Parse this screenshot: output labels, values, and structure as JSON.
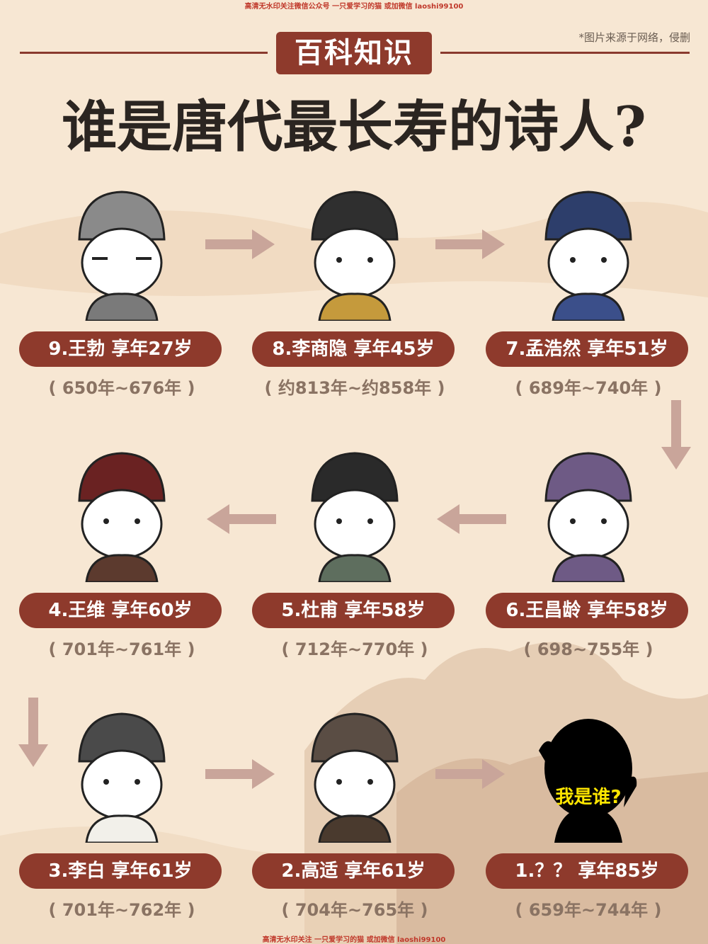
{
  "watermark_top": "高清无水印关注微信公众号 一只爱学习的猫 或加微信 laoshi99100",
  "watermark_bottom": "高清无水印关注 一只爱学习的猫 或加微信 laoshi99100",
  "badge": "百科知识",
  "source_note": "*图片来源于网络，侵删",
  "title": "谁是唐代最长寿的诗人?",
  "colors": {
    "background": "#f7e7d3",
    "accent": "#8e3a2c",
    "arrow": "#c9a59a",
    "mystery_text": "#ffe600"
  },
  "poets": [
    {
      "label": "9.王勃 享年27岁",
      "years": "( 650年~676年 )",
      "hat_color": "#8a8a8a",
      "robe_color": "#7a7a7a"
    },
    {
      "label": "8.李商隐 享年45岁",
      "years": "( 约813年~约858年 )",
      "hat_color": "#2f2f2f",
      "robe_color": "#c59a3c"
    },
    {
      "label": "7.孟浩然 享年51岁",
      "years": "( 689年~740年 )",
      "hat_color": "#2d3e6b",
      "robe_color": "#3b4f8a"
    },
    {
      "label": "6.王昌龄 享年58岁",
      "years": "( 698~755年 )",
      "hat_color": "#6e5a85",
      "robe_color": "#6e5a85"
    },
    {
      "label": "5.杜甫 享年58岁",
      "years": "( 712年~770年 )",
      "hat_color": "#2a2a2a",
      "robe_color": "#5e6e5e"
    },
    {
      "label": "4.王维 享年60岁",
      "years": "( 701年~761年 )",
      "hat_color": "#6a2222",
      "robe_color": "#5c3a2e"
    },
    {
      "label": "3.李白 享年61岁",
      "years": "( 701年~762年 )",
      "hat_color": "#4a4a4a",
      "robe_color": "#f2f0ea"
    },
    {
      "label": "2.高适 享年61岁",
      "years": "( 704年~765年 )",
      "hat_color": "#5a4d44",
      "robe_color": "#4a3a2e"
    },
    {
      "label": "1.？？ 享年85岁",
      "years": "( 659年~744年 )",
      "mystery_text": "我是谁?"
    }
  ]
}
